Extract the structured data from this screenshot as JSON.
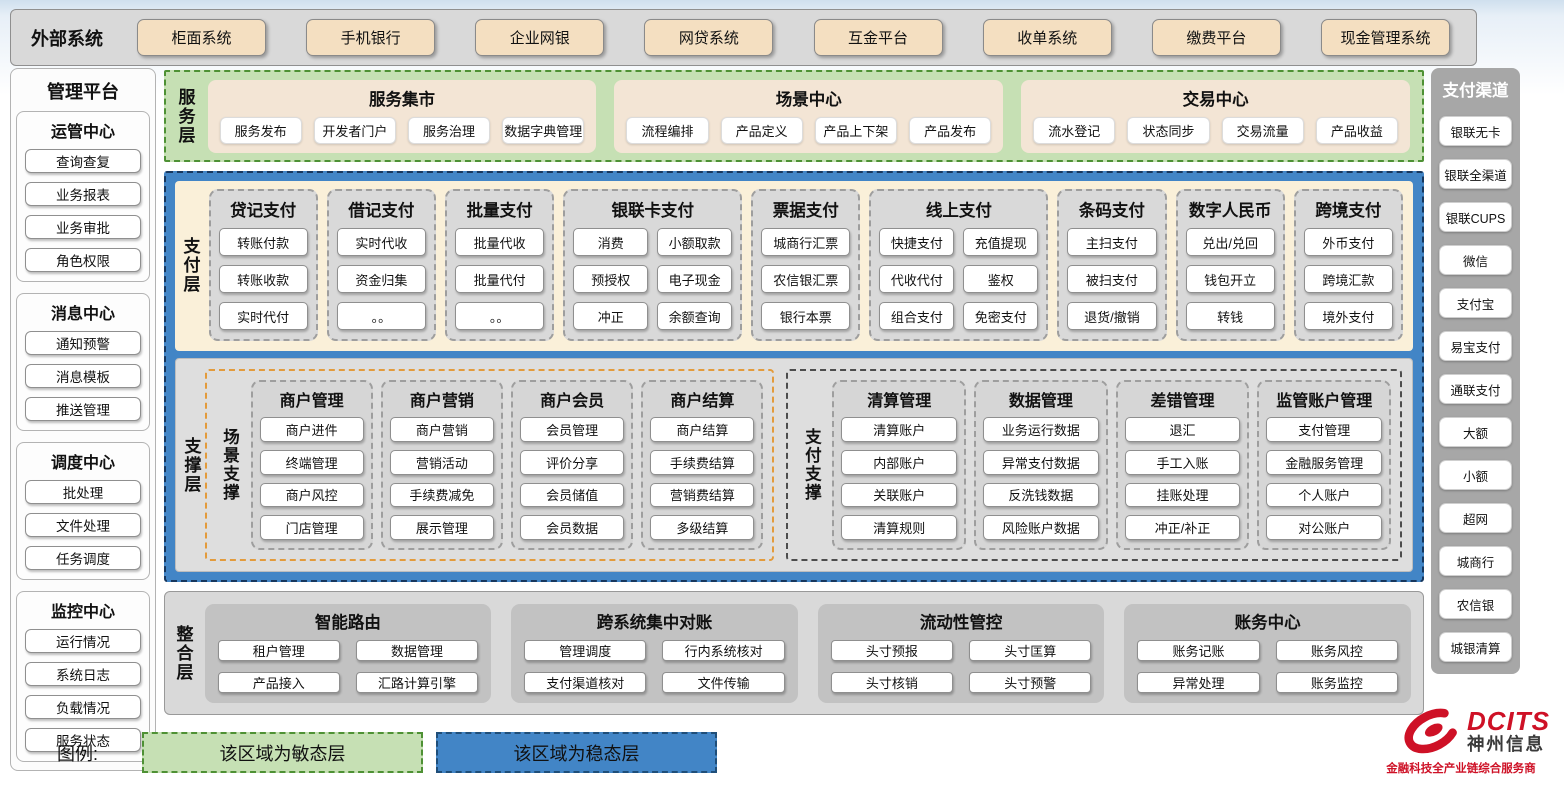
{
  "colors": {
    "agile_green": "#c6e0b4",
    "stable_blue": "#4285c6",
    "brand_red": "#ce1126",
    "external_tan": "#f4dfc1",
    "panel_cream": "#faf0d9",
    "panel_gray": "#d9d9d9"
  },
  "external_systems": {
    "label": "外部系统",
    "items": [
      "柜面系统",
      "手机银行",
      "企业网银",
      "网贷系统",
      "互金平台",
      "收单系统",
      "缴费平台",
      "现金管理系统"
    ]
  },
  "management_platform": {
    "title": "管理平台",
    "groups": [
      {
        "title": "运管中心",
        "items": [
          "查询查复",
          "业务报表",
          "业务审批",
          "角色权限"
        ]
      },
      {
        "title": "消息中心",
        "items": [
          "通知预警",
          "消息模板",
          "推送管理"
        ]
      },
      {
        "title": "调度中心",
        "items": [
          "批处理",
          "文件处理",
          "任务调度"
        ]
      },
      {
        "title": "监控中心",
        "items": [
          "运行情况",
          "系统日志",
          "负载情况",
          "服务状态"
        ]
      }
    ]
  },
  "service_layer": {
    "label": "服务层",
    "groups": [
      {
        "title": "服务集市",
        "items": [
          "服务发布",
          "开发者门户",
          "服务治理",
          "数据字典管理"
        ]
      },
      {
        "title": "场景中心",
        "items": [
          "流程编排",
          "产品定义",
          "产品上下架",
          "产品发布"
        ]
      },
      {
        "title": "交易中心",
        "items": [
          "流水登记",
          "状态同步",
          "交易流量",
          "产品收益"
        ]
      }
    ]
  },
  "payment_layer": {
    "label": "支付层",
    "columns": [
      {
        "title": "贷记支付",
        "cols": 1,
        "items": [
          "转账付款",
          "转账收款",
          "实时代付"
        ]
      },
      {
        "title": "借记支付",
        "cols": 1,
        "items": [
          "实时代收",
          "资金归集",
          "。。"
        ]
      },
      {
        "title": "批量支付",
        "cols": 1,
        "items": [
          "批量代收",
          "批量代付",
          "。。"
        ]
      },
      {
        "title": "银联卡支付",
        "cols": 2,
        "items": [
          "消费",
          "小额取款",
          "预授权",
          "电子现金",
          "冲正",
          "余额查询"
        ]
      },
      {
        "title": "票据支付",
        "cols": 1,
        "items": [
          "城商行汇票",
          "农信银汇票",
          "银行本票"
        ]
      },
      {
        "title": "线上支付",
        "cols": 2,
        "items": [
          "快捷支付",
          "充值提现",
          "代收代付",
          "鉴权",
          "组合支付",
          "免密支付"
        ]
      },
      {
        "title": "条码支付",
        "cols": 1,
        "items": [
          "主扫支付",
          "被扫支付",
          "退货/撤销"
        ]
      },
      {
        "title": "数字人民币",
        "cols": 1,
        "items": [
          "兑出/兑回",
          "钱包开立",
          "转钱"
        ]
      },
      {
        "title": "跨境支付",
        "cols": 1,
        "items": [
          "外币支付",
          "跨境汇款",
          "境外支付"
        ]
      }
    ]
  },
  "support_layer": {
    "label": "支撑层",
    "groups": [
      {
        "label": "场景支撑",
        "style": "orange",
        "columns": [
          {
            "title": "商户管理",
            "items": [
              "商户进件",
              "终端管理",
              "商户风控",
              "门店管理"
            ]
          },
          {
            "title": "商户营销",
            "items": [
              "商户营销",
              "营销活动",
              "手续费减免",
              "展示管理"
            ]
          },
          {
            "title": "商户会员",
            "items": [
              "会员管理",
              "评价分享",
              "会员储值",
              "会员数据"
            ]
          },
          {
            "title": "商户结算",
            "items": [
              "商户结算",
              "手续费结算",
              "营销费结算",
              "多级结算"
            ]
          }
        ]
      },
      {
        "label": "支付支撑",
        "style": "dark",
        "columns": [
          {
            "title": "清算管理",
            "items": [
              "清算账户",
              "内部账户",
              "关联账户",
              "清算规则"
            ]
          },
          {
            "title": "数据管理",
            "items": [
              "业务运行数据",
              "异常支付数据",
              "反洗钱数据",
              "风险账户数据"
            ]
          },
          {
            "title": "差错管理",
            "items": [
              "退汇",
              "手工入账",
              "挂账处理",
              "冲正/补正"
            ]
          },
          {
            "title": "监管账户管理",
            "items": [
              "支付管理",
              "金融服务管理",
              "个人账户",
              "对公账户"
            ]
          }
        ]
      }
    ]
  },
  "integration_layer": {
    "label": "整合层",
    "groups": [
      {
        "title": "智能路由",
        "items": [
          "租户管理",
          "数据管理",
          "产品接入",
          "汇路计算引擎"
        ]
      },
      {
        "title": "跨系统集中对账",
        "items": [
          "管理调度",
          "行内系统核对",
          "支付渠道核对",
          "文件传输"
        ]
      },
      {
        "title": "流动性管控",
        "items": [
          "头寸预报",
          "头寸匡算",
          "头寸核销",
          "头寸预警"
        ]
      },
      {
        "title": "账务中心",
        "items": [
          "账务记账",
          "账务风控",
          "异常处理",
          "账务监控"
        ]
      }
    ]
  },
  "payment_channels": {
    "title": "支付渠道",
    "items": [
      "银联无卡",
      "银联全渠道",
      "银联CUPS",
      "微信",
      "支付宝",
      "易宝支付",
      "通联支付",
      "大额",
      "小额",
      "超网",
      "城商行",
      "农信银",
      "城银清算"
    ]
  },
  "legend": {
    "label": "图例:",
    "agile": "该区域为敏态层",
    "stable": "该区域为稳态层"
  },
  "logo": {
    "brand": "DCITS",
    "name": "神州信息",
    "tagline": "金融科技全产业链综合服务商"
  }
}
